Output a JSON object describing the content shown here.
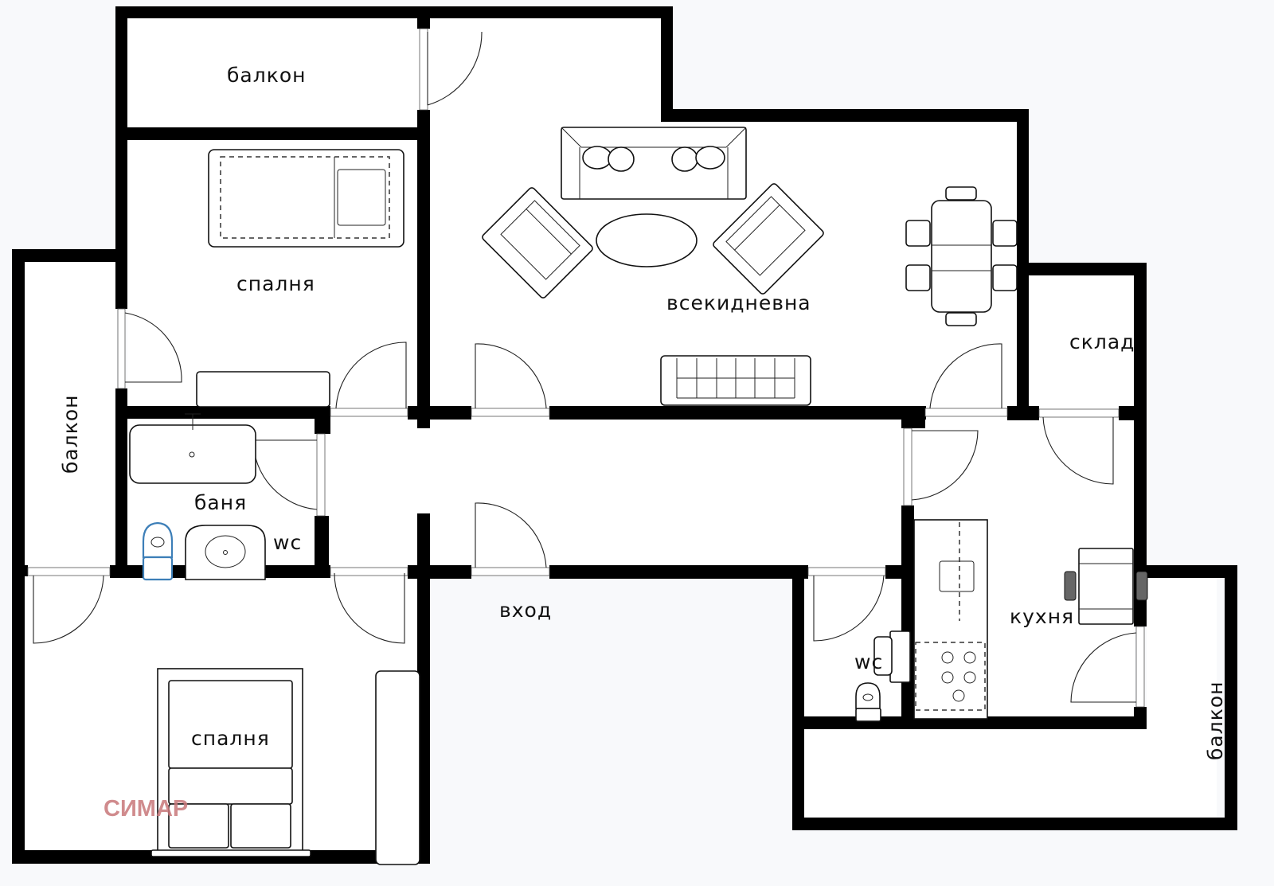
{
  "floor_plan": {
    "rooms": [
      {
        "id": "balcony-top",
        "label": "балкон"
      },
      {
        "id": "bedroom-top",
        "label": "спалня"
      },
      {
        "id": "living-room",
        "label": "всекидневна"
      },
      {
        "id": "storage",
        "label": "склад"
      },
      {
        "id": "balcony-left",
        "label": "балкон"
      },
      {
        "id": "bathroom",
        "label": "баня"
      },
      {
        "id": "bathroom-wc",
        "label": "wc"
      },
      {
        "id": "entrance",
        "label": "вход"
      },
      {
        "id": "bedroom-bottom",
        "label": "спалня"
      },
      {
        "id": "kitchen",
        "label": "кухня"
      },
      {
        "id": "toilet",
        "label": "wc"
      },
      {
        "id": "balcony-right",
        "label": "балкон"
      }
    ],
    "watermark": "СИМАР",
    "colors": {
      "wall": "#000000",
      "background": "#f8f9fb",
      "floor": "#ffffff",
      "watermark": "#c8777a",
      "toilet_highlight": "#3d7fb8"
    }
  }
}
